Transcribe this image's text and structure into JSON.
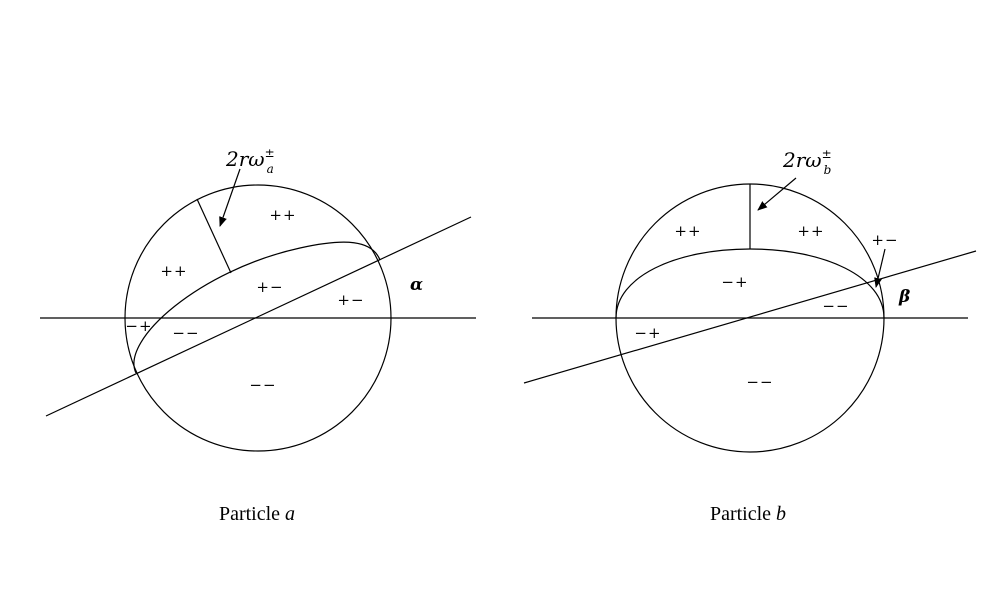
{
  "panel_a": {
    "caption_text": "Particle ",
    "caption_var": "a",
    "omega_label": {
      "main": "2rω",
      "sup": "±",
      "sub": "a"
    },
    "angle_label": "α",
    "regions": {
      "pp_top": "++",
      "pp_left": "++",
      "pm_center": "+−",
      "pm_right": "+−",
      "mp_left": "−+",
      "mm_left": "−−",
      "mm_bottom": "−−"
    }
  },
  "panel_b": {
    "caption_text": "Particle ",
    "caption_var": "b",
    "omega_label": {
      "main": "2rω",
      "sup": "±",
      "sub": "b"
    },
    "angle_label": "β",
    "regions": {
      "pp_left": "++",
      "pp_right": "++",
      "pm_edge": "+−",
      "mp_center": "−+",
      "mm_right": "−−",
      "mp_left": "−+",
      "mm_bottom": "−−"
    }
  }
}
